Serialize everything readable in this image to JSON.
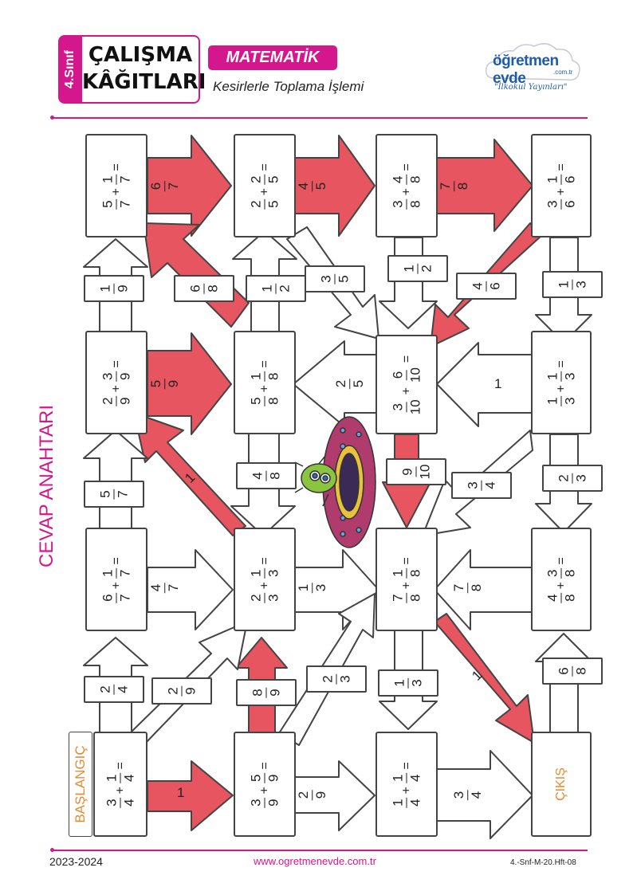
{
  "header": {
    "grade": "4.Sınıf",
    "title_line1": "ÇALIŞMA",
    "title_line2": "KÂĞITLARI",
    "subject": "MATEMATİK",
    "subtitle": "Kesirlerle Toplama İşlemi",
    "logo_name": "öğretmen evde",
    "logo_domain": ".com.tr",
    "logo_tagline": "\"İlkokul Yayınları\""
  },
  "side_label": "CEVAP ANAHTARI",
  "start_label": "BAŞLANGIÇ",
  "exit_label": "ÇIKIŞ",
  "colors": {
    "accent": "#d4178c",
    "arrow_red": "#e65560",
    "orange": "#e88a2d"
  },
  "questions": [
    {
      "a": "5",
      "b": "7",
      "c": "1",
      "d": "7"
    },
    {
      "a": "2",
      "b": "5",
      "c": "2",
      "d": "5"
    },
    {
      "a": "3",
      "b": "8",
      "c": "4",
      "d": "8"
    },
    {
      "a": "3",
      "b": "6",
      "c": "1",
      "d": "6"
    },
    {
      "a": "2",
      "b": "9",
      "c": "3",
      "d": "9"
    },
    {
      "a": "5",
      "b": "8",
      "c": "1",
      "d": "8"
    },
    {
      "a": "3",
      "b": "10",
      "c": "6",
      "d": "10"
    },
    {
      "a": "1",
      "b": "3",
      "c": "1",
      "d": "3"
    },
    {
      "a": "6",
      "b": "7",
      "c": "1",
      "d": "7"
    },
    {
      "a": "2",
      "b": "3",
      "c": "1",
      "d": "3"
    },
    {
      "a": "7",
      "b": "8",
      "c": "1",
      "d": "8"
    },
    {
      "a": "4",
      "b": "8",
      "c": "3",
      "d": "8"
    },
    {
      "a": "3",
      "b": "4",
      "c": "1",
      "d": "4"
    },
    {
      "a": "3",
      "b": "9",
      "c": "5",
      "d": "9"
    },
    {
      "a": "1",
      "b": "4",
      "c": "1",
      "d": "4"
    }
  ],
  "answers": [
    {
      "n": "6",
      "d": "7"
    },
    {
      "n": "4",
      "d": "5"
    },
    {
      "n": "7",
      "d": "8"
    },
    {
      "n": "1",
      "d": "9"
    },
    {
      "n": "6",
      "d": "8"
    },
    {
      "n": "1",
      "d": "2"
    },
    {
      "n": "3",
      "d": "5"
    },
    {
      "n": "1",
      "d": "2"
    },
    {
      "n": "4",
      "d": "6"
    },
    {
      "n": "1",
      "d": "3"
    },
    {
      "n": "5",
      "d": "9"
    },
    {
      "n": "2",
      "d": "5"
    },
    {
      "n": "5",
      "d": "7"
    },
    {
      "n": "4",
      "d": "8"
    },
    {
      "n": "9",
      "d": "10"
    },
    {
      "n": "3",
      "d": "4"
    },
    {
      "n": "2",
      "d": "3"
    },
    {
      "n": "4",
      "d": "7"
    },
    {
      "n": "1",
      "d": "3"
    },
    {
      "n": "7",
      "d": "8"
    },
    {
      "n": "2",
      "d": "4"
    },
    {
      "n": "2",
      "d": "9"
    },
    {
      "n": "8",
      "d": "9"
    },
    {
      "n": "2",
      "d": "3"
    },
    {
      "n": "1",
      "d": "3"
    },
    {
      "n": "6",
      "d": "8"
    },
    {
      "n": "2",
      "d": "9"
    },
    {
      "n": "3",
      "d": "4"
    }
  ],
  "whole_answers": [
    "1",
    "1",
    "1",
    "1"
  ],
  "footer": {
    "year": "2023-2024",
    "url": "www.ogretmenevde.com.tr",
    "code": "4.-Snf-M-20.Hft-08"
  }
}
